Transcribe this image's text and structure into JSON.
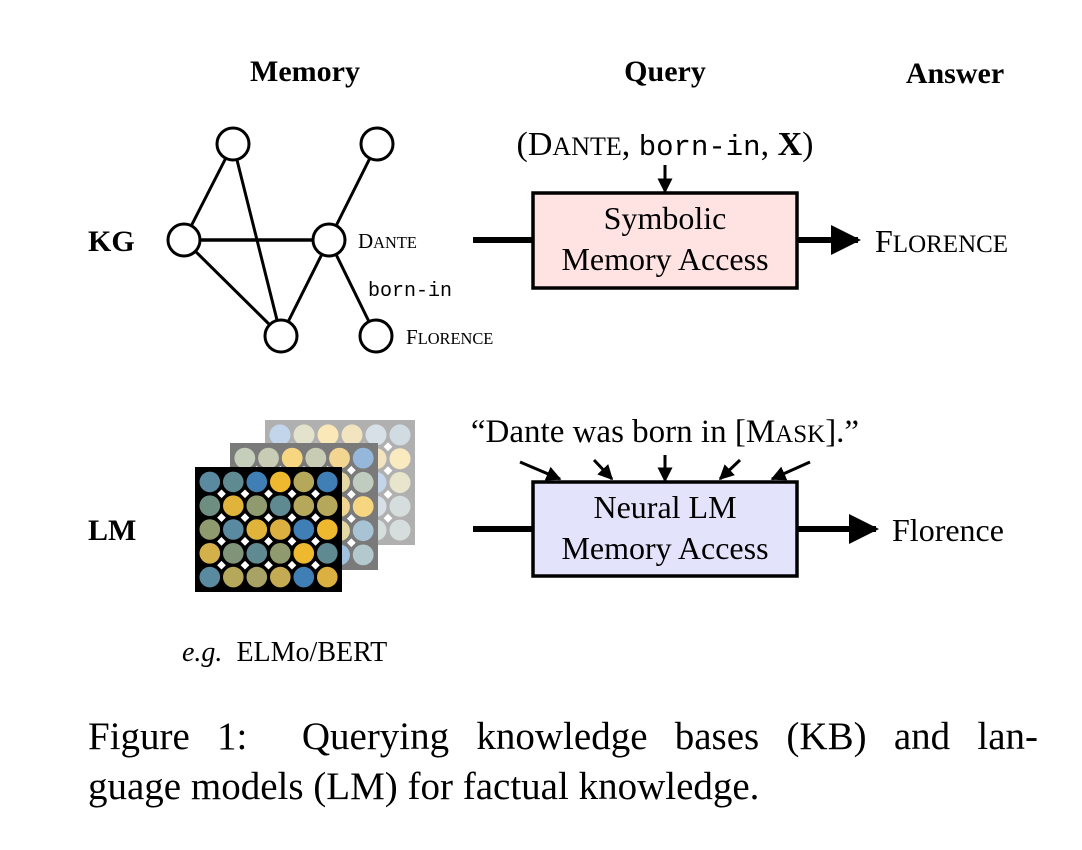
{
  "headers": {
    "memory": "Memory",
    "query": "Query",
    "answer": "Answer"
  },
  "rows": {
    "kg": {
      "label": "KG",
      "entity_subject": "Dante",
      "relation": "born-in",
      "entity_object": "Florence",
      "query_parts": {
        "open": "(",
        "subject": "Dante",
        "sep1": ", ",
        "relation": "born-in",
        "sep2": ", ",
        "variable": "X",
        "close": ")"
      },
      "box_line1": "Symbolic",
      "box_line2": "Memory Access",
      "box_color": "#ffe3e3",
      "answer": "Florence"
    },
    "lm": {
      "label": "LM",
      "query": "“Dante was born in [Mask].”",
      "query_parts": {
        "pre": "“Dante was born in [",
        "mask_m": "M",
        "mask_rest": "ask",
        "post": "].”"
      },
      "box_line1": "Neural LM",
      "box_line2": "Memory Access",
      "box_color": "#e3e3fb",
      "answer": "Florence",
      "model_prefix": "e.g.",
      "model_names": "ELMo/BERT"
    }
  },
  "grids": {
    "front": {
      "background": "#000000",
      "colors": [
        [
          "#5a8aa0",
          "#5f8a92",
          "#3f7fb6",
          "#efb92f",
          "#b6a85a",
          "#3f7fb6"
        ],
        [
          "#6f8e82",
          "#e0b43a",
          "#8f9a6e",
          "#5f8a92",
          "#b6a85a",
          "#b6a85a"
        ],
        [
          "#8f9a6e",
          "#5a8aa0",
          "#e0b43a",
          "#dcb040",
          "#3f7fb6",
          "#efb92f"
        ],
        [
          "#d4b04a",
          "#7f9478",
          "#5f8a92",
          "#8f9a6e",
          "#efb92f",
          "#5f8a92"
        ],
        [
          "#5a8aa0",
          "#b6a85a",
          "#a8a264",
          "#c4aa52",
          "#3f7fb6",
          "#dcb040"
        ]
      ]
    },
    "middle": {
      "background": "#7a7a7a",
      "colors": [
        [
          "#c5cdbb",
          "#c9ccb5",
          "#f7d682",
          "#c9ccb5",
          "#f2d590",
          "#95b7d9"
        ],
        [
          "#c5cdbb",
          "#c5cdbb",
          "#c5cdbb",
          "#c5cdbb",
          "#e5d7a5",
          "#c0ccbf"
        ],
        [
          "#c5cdbb",
          "#c5cdbb",
          "#c5cdbb",
          "#c5cdbb",
          "#f2d590",
          "#f7d682"
        ],
        [
          "#c5cdbb",
          "#c5cdbb",
          "#c5cdbb",
          "#c5cdbb",
          "#e5d7a5",
          "#a8c3d3"
        ],
        [
          "#c5cdbb",
          "#c5cdbb",
          "#c5cdbb",
          "#c5cdbb",
          "#a2c1de",
          "#b4c9cd"
        ]
      ]
    },
    "back": {
      "background": "#b0b0b0",
      "colors": [
        [
          "#c3d5ea",
          "#e2e2cd",
          "#fae8b9",
          "#f3e4c0",
          "#d6e0e6",
          "#d0dce2"
        ],
        [
          "#d6dcd2",
          "#d6dcd2",
          "#d6dcd2",
          "#d6dcd2",
          "#f3e4c0",
          "#faeac0"
        ],
        [
          "#d6dcd2",
          "#d6dcd2",
          "#d6dcd2",
          "#d6dcd2",
          "#c3d5ea",
          "#e8e5cd"
        ],
        [
          "#d6dcd2",
          "#d6dcd2",
          "#d6dcd2",
          "#d6dcd2",
          "#d6e0e6",
          "#d6dedd"
        ],
        [
          "#d6dcd2",
          "#d6dcd2",
          "#d6dcd2",
          "#d6dcd2",
          "#d6dedd",
          "#d6dedd"
        ]
      ]
    }
  },
  "caption": "Figure 1:  Querying knowledge bases (KB) and language models (LM) for factual knowledge.",
  "caption_line1": "Figure 1:  Querying knowledge bases (KB) and lan-",
  "caption_line2": "guage models (LM) for factual knowledge."
}
